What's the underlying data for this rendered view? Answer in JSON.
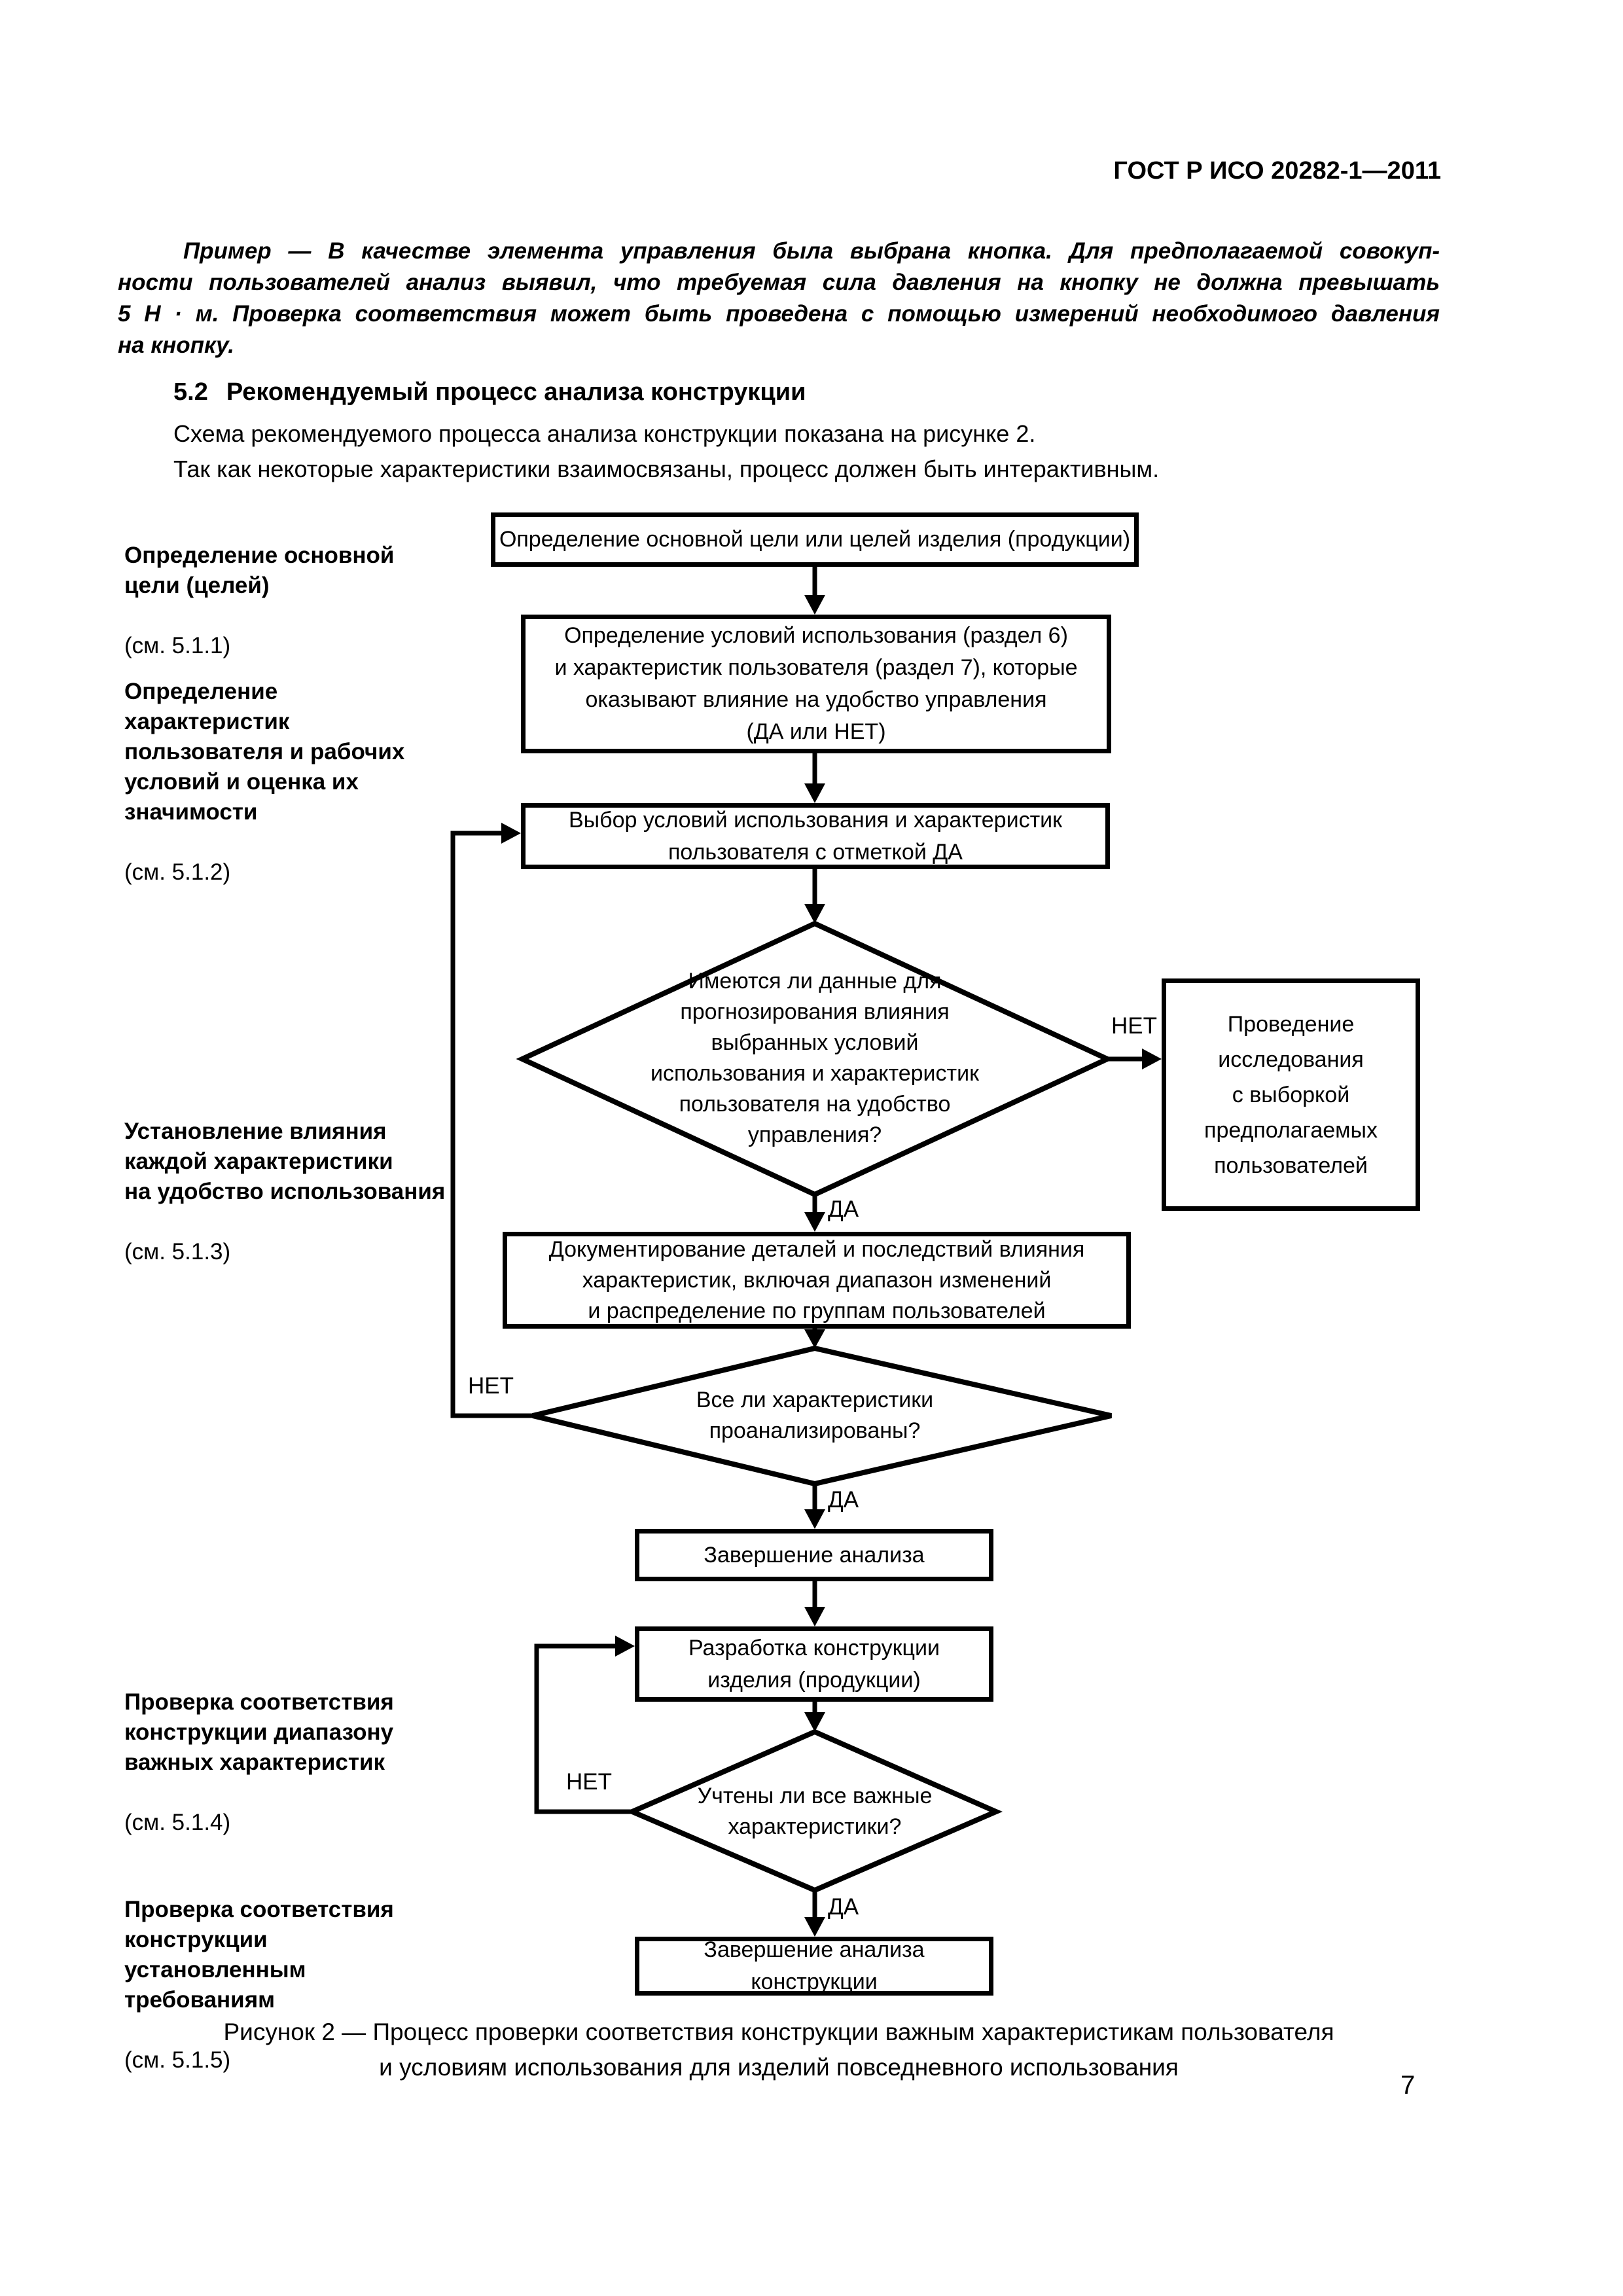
{
  "doc": {
    "header": "ГОСТ Р ИСО 20282-1—2011",
    "page_number": "7",
    "example": {
      "line1": "Пример — В качестве элемента управления была выбрана кнопка. Для предполагаемой совокуп-",
      "line2": "ности пользователей анализ выявил, что требуемая сила давления на кнопку не должна превышать",
      "line3": "5 Н · м. Проверка соответствия может быть проведена с помощью измерений необходимого давления",
      "line4": "на кнопку."
    },
    "section": {
      "number": "5.2",
      "title": "Рекомендуемый процесс анализа конструкции"
    },
    "paragraph1": "Схема рекомендуемого процесса анализа конструкции показана на рисунке 2.",
    "paragraph2": "Так как некоторые характеристики взаимосвязаны, процесс должен быть интерактивным."
  },
  "figure": {
    "caption": "Рисунок 2 — Процесс проверки соответствия конструкции важным характеристикам пользователя\nи условиям использования для изделий повседневного использования",
    "side_labels": [
      {
        "text": "Определение основной\nцели (целей)",
        "ref": "(см. 5.1.1)"
      },
      {
        "text": "Определение\nхарактеристик\nпользователя и рабочих\nусловий и оценка их\nзначимости",
        "ref": "(см. 5.1.2)"
      },
      {
        "text": "Установление влияния\nкаждой характеристики\nна удобство использования",
        "ref": "(см. 5.1.3)"
      },
      {
        "text": "Проверка соответствия\nконструкции диапазону\nважных характеристик",
        "ref": "(см. 5.1.4)"
      },
      {
        "text": "Проверка соответствия\nконструкции\nустановленным\nтребованиям",
        "ref": "(см. 5.1.5)"
      }
    ],
    "nodes": {
      "define_goal": "Определение основной цели или целей изделия (продукции)",
      "define_conditions": "Определение условий использования (раздел 6)\nи характеристик пользователя (раздел 7), которые\nоказывают влияние на удобство управления\n(ДА или НЕТ)",
      "select_conditions": "Выбор условий использования и характеристик\nпользователя с отметкой ДА",
      "data_available_q": "Имеются ли данные для\nпрогнозирования влияния\nвыбранных условий\nиспользования и характеристик\nпользователя на удобство\nуправления?",
      "conduct_survey": "Проведение\nисследования\nс выборкой\nпредполагаемых\nпользователей",
      "document_details": "Документирование деталей и последствий влияния\nхарактеристик, включая диапазон изменений\nи распределение по группам пользователей",
      "all_analyzed_q": "Все ли характеристики\nпроанализированы?",
      "complete_analysis": "Завершение анализа",
      "develop_design": "Разработка конструкции\nизделия (продукции)",
      "all_considered_q": "Учтены ли все важные\nхарактеристики?",
      "complete_design_analysis": "Завершение анализа конструкции"
    },
    "edge_labels": {
      "yes": "ДА",
      "no": "НЕТ"
    }
  }
}
